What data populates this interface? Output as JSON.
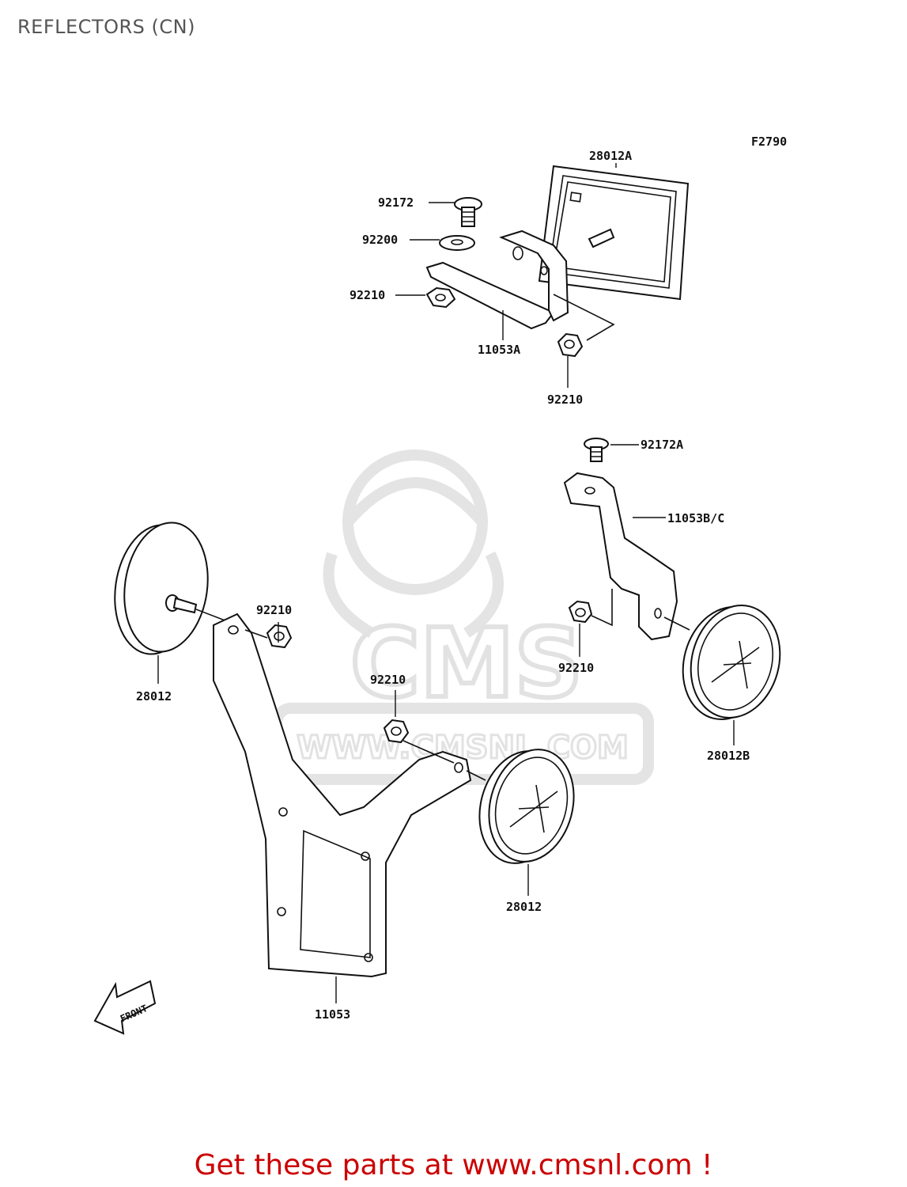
{
  "page": {
    "title": "REFLECTORS (CN)",
    "footer": "Get these parts at www.cmsnl.com !"
  },
  "diagram": {
    "code": "F2790",
    "watermark": {
      "letters": "CMS",
      "url": "WWW.CMSNL.COM"
    },
    "front_label": "FRONT",
    "labels": {
      "p28012A": "28012A",
      "p92172": "92172",
      "p92200": "92200",
      "p92210_top_left": "92210",
      "p11053A": "11053A",
      "p92210_top_nut": "92210",
      "p92172A": "92172A",
      "p11053BC": "11053B/C",
      "p92210_right": "92210",
      "p28012B": "28012B",
      "p28012_left": "28012",
      "p92210_left": "92210",
      "p92210_mid": "92210",
      "p28012_mid": "28012",
      "p11053": "11053"
    },
    "colors": {
      "line": "#111111",
      "watermark": "#e6e6e6",
      "footer": "#cc0000",
      "title": "#555555"
    }
  }
}
